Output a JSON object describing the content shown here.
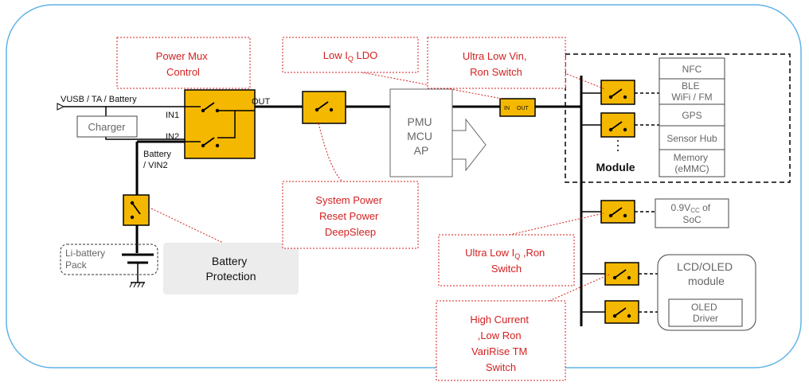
{
  "callouts": {
    "power_mux": [
      "Power Mux",
      "Control"
    ],
    "low_iq_ldo": {
      "pre": "Low I",
      "sub": "Q",
      "post": " LDO"
    },
    "ultra_low_vin": [
      "Ultra Low Vin,",
      "Ron Switch"
    ],
    "system_power": [
      "System Power",
      "Reset Power",
      "DeepSleep"
    ],
    "ultra_low_iq": {
      "pre": "Ultra Low I",
      "sub": "Q",
      "post": " ,Ron",
      "line2": "Switch"
    },
    "high_current": [
      "High Current",
      ",Low Ron",
      "VariRise TM",
      "Switch"
    ]
  },
  "labels": {
    "vusb": "VUSB / TA / Battery",
    "charger": "Charger",
    "in1": "IN1",
    "in2": "IN2",
    "out": "OUT",
    "battery_vin2": [
      "Battery",
      "/ VIN2"
    ],
    "li_battery": [
      "Li-battery",
      "Pack"
    ],
    "battery_protection": [
      "Battery",
      "Protection"
    ],
    "pmu": [
      "PMU",
      "MCU",
      "AP"
    ],
    "ldo_in": "IN",
    "ldo_out": "OUT",
    "module": "Module",
    "soc": {
      "pre": "0.9V",
      "sub": "CC",
      "post": " of",
      "line2": "SoC"
    },
    "lcd_module": [
      "LCD/OLED",
      "module"
    ],
    "oled_driver": [
      "OLED",
      "Driver"
    ]
  },
  "module_items": [
    "NFC",
    "BLE\nWiFi / FM",
    "GPS",
    "Sensor Hub",
    "Memory\n(eMMC)"
  ],
  "colors": {
    "switch_fill": "#f5b800",
    "callout_text": "#d42020",
    "frame": "#5fb4e6",
    "protection_bg": "#ececec"
  }
}
